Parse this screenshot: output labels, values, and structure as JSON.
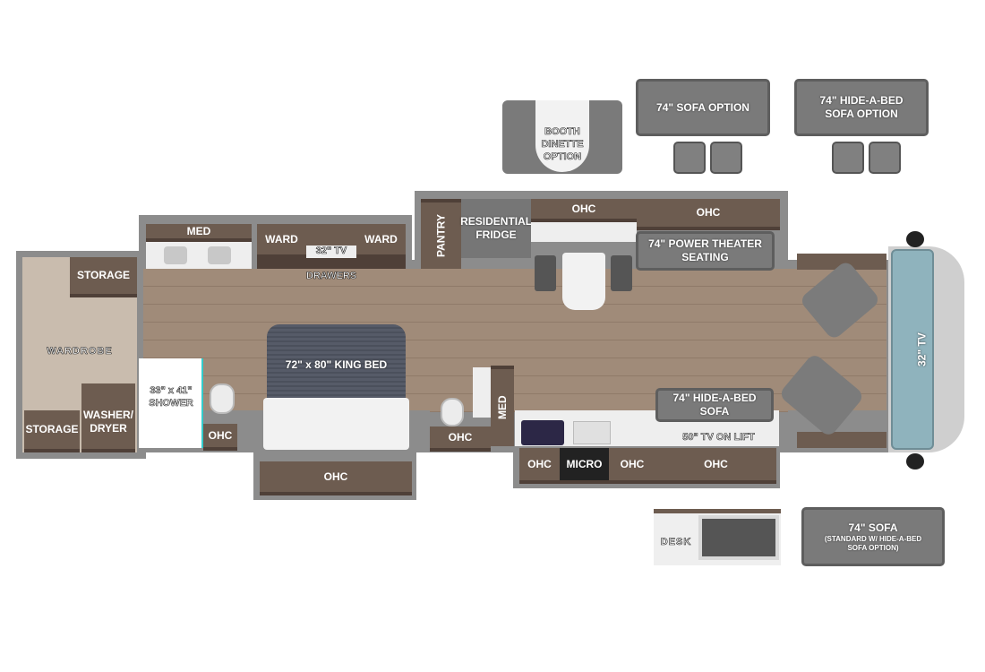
{
  "rear": {
    "storage_top": "STORAGE",
    "wardrobe": "WARDROBE",
    "storage_bottom": "STORAGE",
    "washer_dryer": "WASHER/ DRYER"
  },
  "bath": {
    "shower": "33\" x 41\" SHOWER",
    "ohc": "OHC",
    "med": "MED"
  },
  "bedroom": {
    "ward_left": "WARD",
    "tv": "32\" TV",
    "ward_right": "WARD",
    "drawers": "DRAWERS",
    "bed": "72\" x 80\" KING BED",
    "ohc": "OHC"
  },
  "half_bath": {
    "med": "MED",
    "ohc": "OHC"
  },
  "kitchen": {
    "pantry": "PANTRY",
    "fridge": "RESIDENTIAL FRIDGE",
    "ohc_1": "OHC",
    "ohc_2": "OHC",
    "ohc_3": "OHC",
    "micro": "MICRO",
    "ohc_4": "OHC",
    "ohc_5": "OHC"
  },
  "living": {
    "theater": "74\" POWER THEATER SEATING",
    "sofa": "74\" HIDE-A-BED SOFA",
    "tv_lift": "50\" TV ON LIFT"
  },
  "cab": {
    "tv": "32\" TV"
  },
  "options": {
    "booth": "BOOTH DINETTE OPTION",
    "sofa_option": "74\" SOFA OPTION",
    "hide_a_bed_option": "74\" HIDE-A-BED SOFA OPTION",
    "desk": "DESK",
    "sofa_std_title": "74\" SOFA",
    "sofa_std_note": "(STANDARD W/ HIDE-A-BED SOFA OPTION)"
  },
  "colors": {
    "cabinet": "#6d5c50",
    "floor": "#a08b79",
    "wall": "#8c8c8c",
    "windshield": "#8fb3bd"
  }
}
